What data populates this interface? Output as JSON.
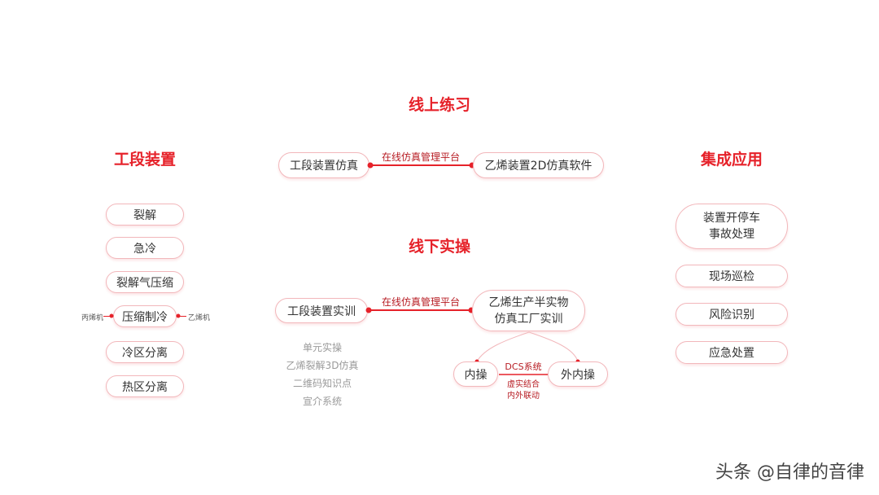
{
  "sections": {
    "online": "线上练习",
    "offline": "线下实操",
    "left": "工段装置",
    "right": "集成应用"
  },
  "left_items": [
    "裂解",
    "急冷",
    "裂解气压缩",
    "压缩制冷",
    "冷区分离",
    "热区分离"
  ],
  "compression_sides": {
    "left": "丙烯机",
    "right": "乙烯机"
  },
  "online_row": {
    "left": "工段装置仿真",
    "edge": "在线仿真管理平台",
    "right": "乙烯装置2D仿真软件"
  },
  "offline_row": {
    "left": "工段装置实训",
    "edge": "在线仿真管理平台",
    "right_line1": "乙烯生产半实物",
    "right_line2": "仿真工厂实训"
  },
  "offline_sub_items": [
    "单元实操",
    "乙烯裂解3D仿真",
    "二维码知识点",
    "宣介系统"
  ],
  "operations": {
    "inner": "内操",
    "outer": "外内操",
    "link": "DCS系统",
    "note_line1": "虚实结合",
    "note_line2": "内外联动"
  },
  "right_items": {
    "first_line1": "装置开停车",
    "first_line2": "事故处理",
    "others": [
      "现场巡检",
      "风险识别",
      "应急处置"
    ]
  },
  "watermark": "头条 @自律的音律"
}
